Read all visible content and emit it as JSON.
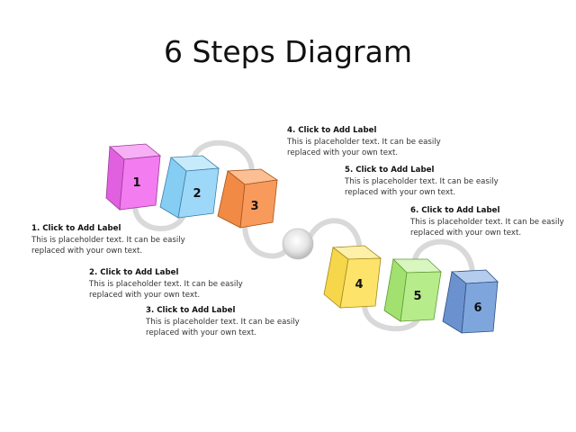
{
  "title": "6 Steps Diagram",
  "colors": {
    "path": "#d9d9d9",
    "sphere": "#d0d0d0",
    "step1": "#f27cf0",
    "step2": "#9dd8f8",
    "step3": "#f79a5c",
    "step4": "#fde36a",
    "step5": "#b6ec8a",
    "step6": "#7fa6dc"
  },
  "steps": [
    {
      "number": "1",
      "heading": "1. Click to Add Label",
      "line1": "This is placeholder text. It can be easily",
      "line2": "replaced with your own text."
    },
    {
      "number": "2",
      "heading": "2. Click to Add Label",
      "line1": "This is placeholder text. It can be easily",
      "line2": "replaced with your own text."
    },
    {
      "number": "3",
      "heading": "3. Click to Add Label",
      "line1": "This is placeholder text. It can be easily",
      "line2": "replaced with your own text."
    },
    {
      "number": "4",
      "heading": "4. Click to Add Label",
      "line1": "This is placeholder text. It can be easily",
      "line2": "replaced with your own text."
    },
    {
      "number": "5",
      "heading": "5. Click to Add Label",
      "line1": "This is placeholder text. It can be easily",
      "line2": "replaced with your own text."
    },
    {
      "number": "6",
      "heading": "6. Click to Add Label",
      "line1": "This is placeholder text. It can be easily",
      "line2": "replaced with your own text."
    }
  ]
}
